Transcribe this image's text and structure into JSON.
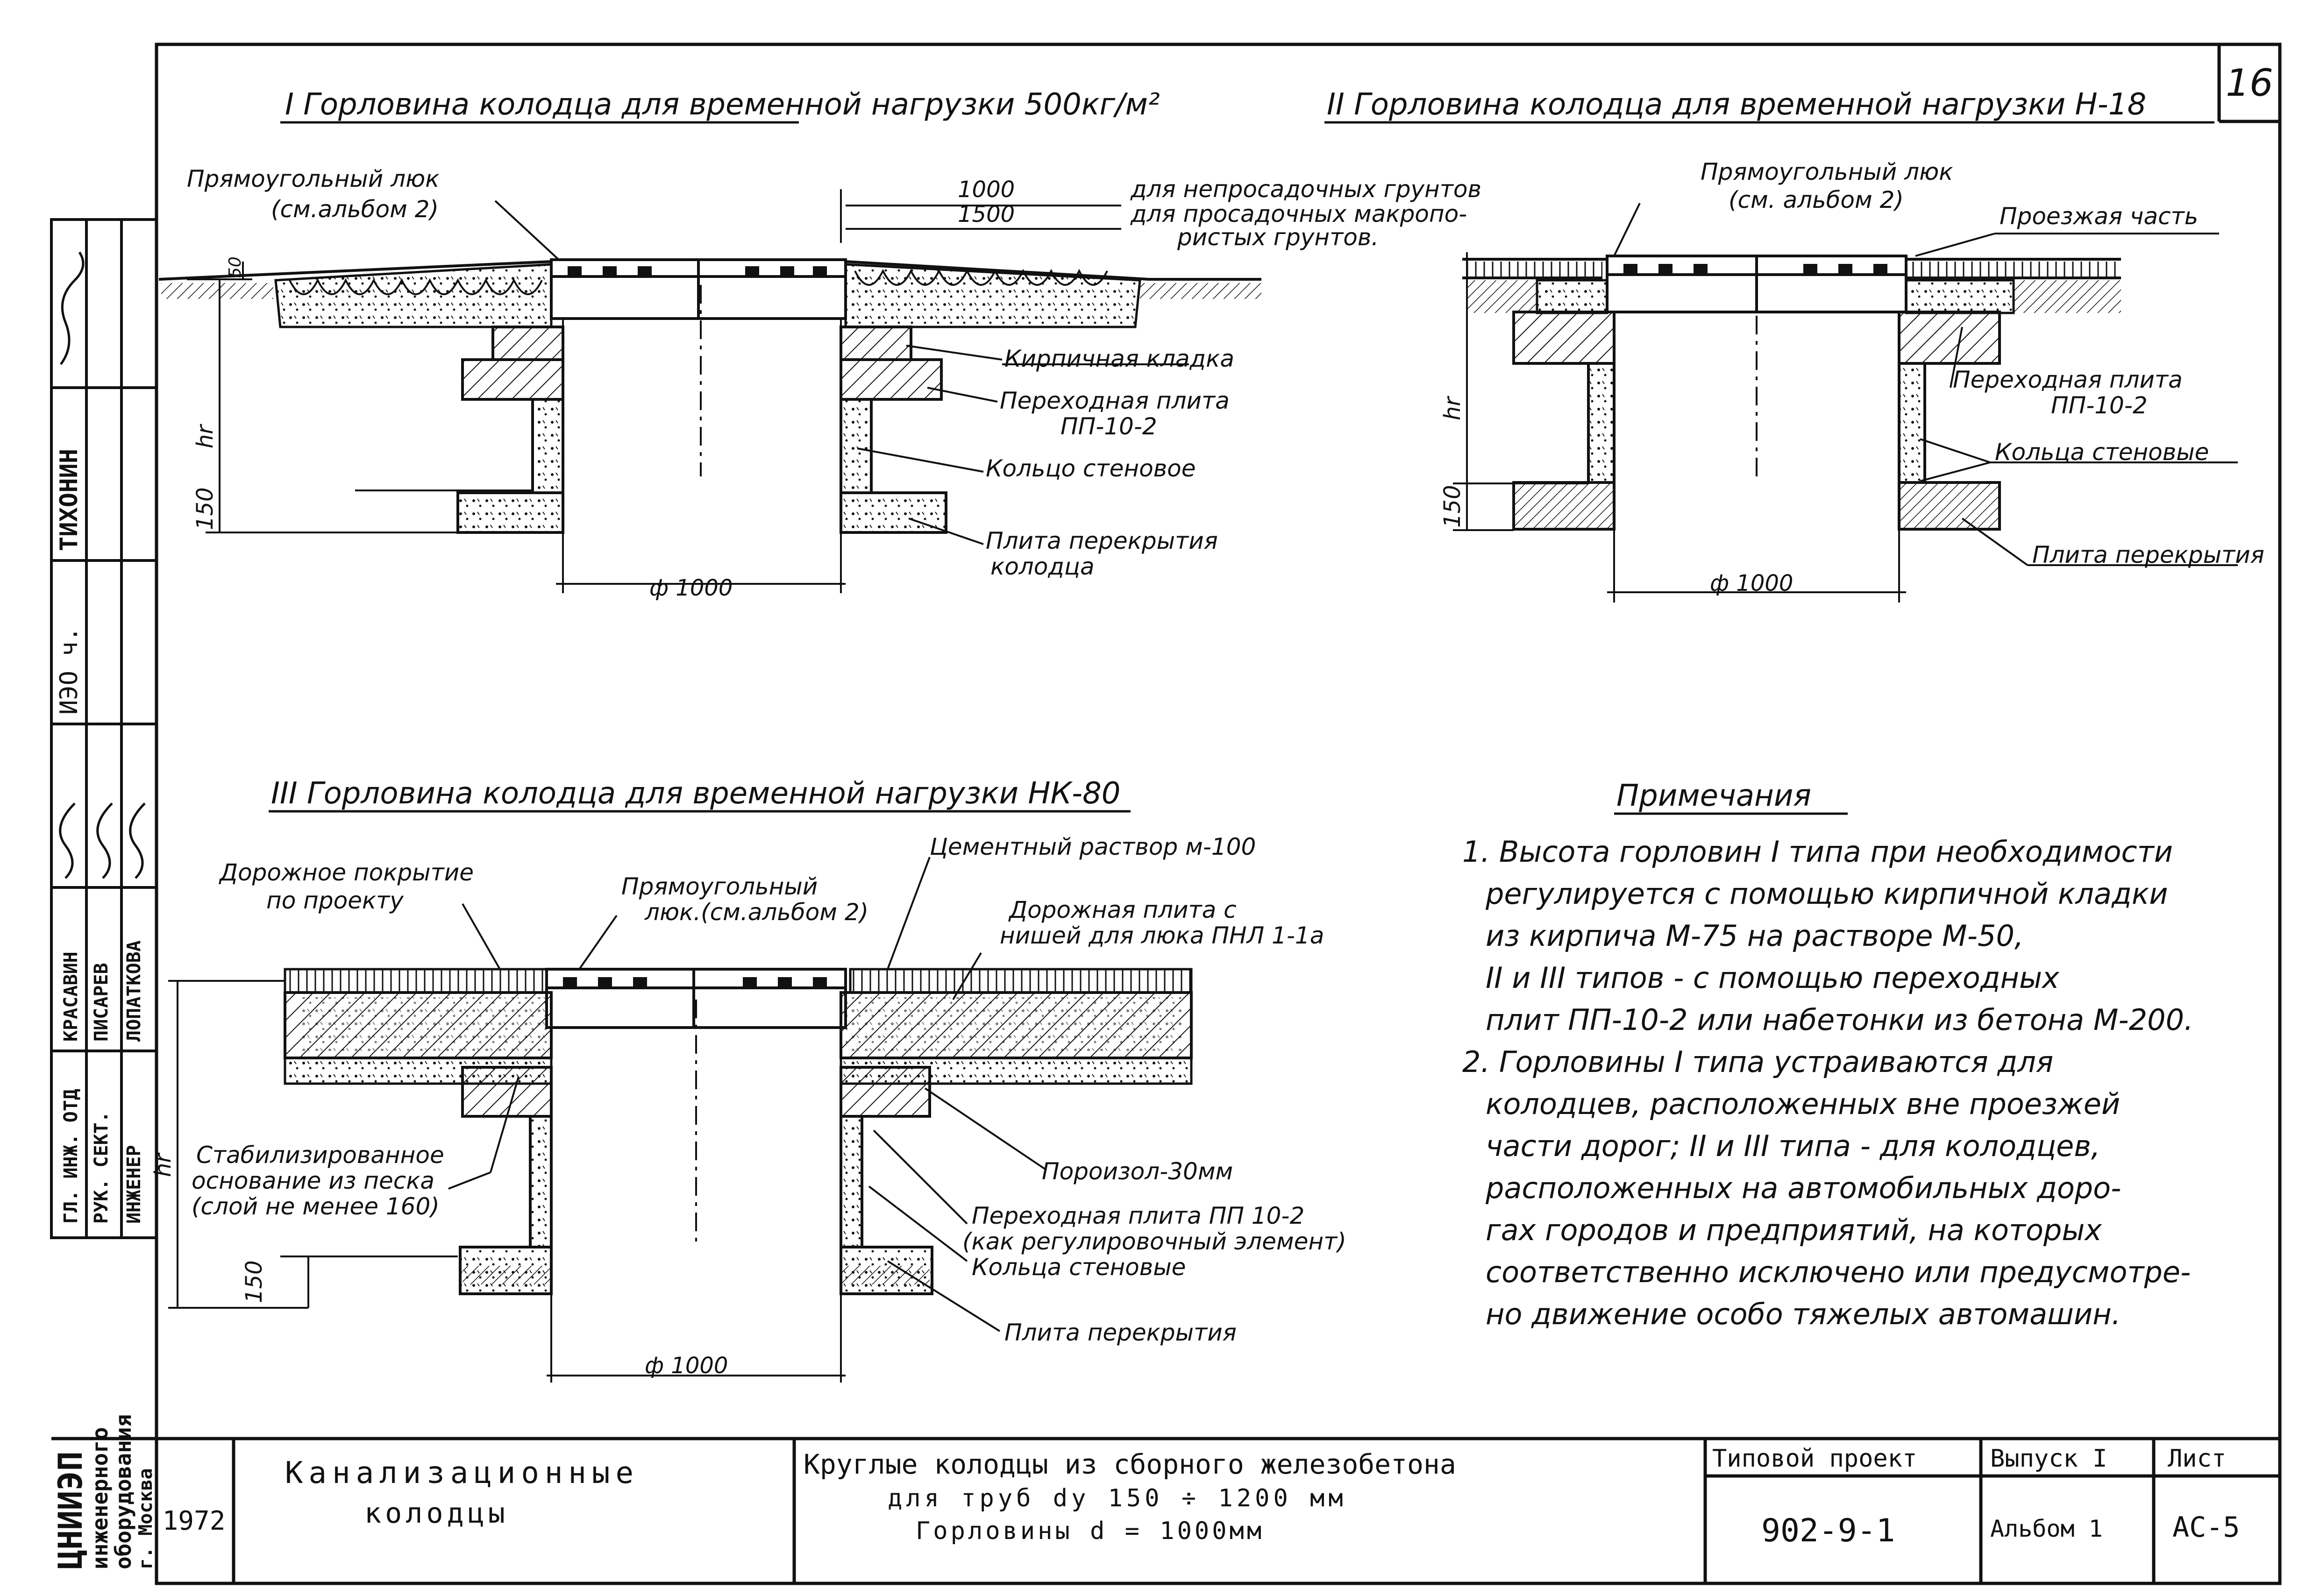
{
  "sheet_number": "16",
  "section1": {
    "title": "I Горловина колодца для временной нагрузки 500кг/м²",
    "hatch_label_line1": "Прямоугольный люк",
    "hatch_label_line2": "(см.альбом 2)",
    "dim_1000": "1000",
    "dim_1500": "1500",
    "note_1000": "для непросадочных грунтов",
    "note_1500_line1": "для просадочных макропо-",
    "note_1500_line2": "ристых грунтов.",
    "brick_label": "Кирпичная кладка",
    "transition_label": "Переходная плита",
    "transition_code": "ПП-10-2",
    "ring_label": "Кольцо стеновое",
    "slab_label_line1": "Плита перекрытия",
    "slab_label_line2": "колодца",
    "hr": "hr",
    "dim_150": "150",
    "dim_50": "50",
    "diameter": "ф 1000"
  },
  "section2": {
    "title": "II Горловина колодца для временной нагрузки Н-18",
    "hatch_label_line1": "Прямоугольный люк",
    "hatch_label_line2": "(см. альбом 2)",
    "road_label": "Проезжая часть",
    "transition_label": "Переходная плита",
    "transition_code": "ПП-10-2",
    "ring_label": "Кольца стеновые",
    "slab_label": "Плита перекрытия",
    "hr": "hr",
    "dim_150": "150",
    "diameter": "ф 1000"
  },
  "section3": {
    "title": "III Горловина колодца для временной нагрузки НК-80",
    "road_surface_line1": "Дорожное покрытие",
    "road_surface_line2": "по проекту",
    "cement_label": "Цементный раствор м-100",
    "hatch_label_line1": "Прямоугольный",
    "hatch_label_line2": "люк.(см.альбом 2)",
    "road_slab_line1": "Дорожная плита с",
    "road_slab_line2": "нишей для люка ПНЛ 1-1а",
    "base_line1": "Стабилизированное",
    "base_line2": "основание из песка",
    "base_line3": "(слой не менее 160)",
    "poroizol": "Пороизол-30мм",
    "transition_line1": "Переходная плита ПП 10-2",
    "transition_line2": "(как регулировочный элемент)",
    "ring_label": "Кольца стеновые",
    "slab_label": "Плита перекрытия",
    "hr": "hr",
    "dim_150": "150",
    "diameter": "ф 1000"
  },
  "notes": {
    "heading": "Примечания",
    "lines": [
      "1. Высота горловин I типа при необходимости",
      "регулируется с помощью кирпичной кладки",
      "из кирпича М-75 на растворе М-50,",
      "II и III типов - с помощью переходных",
      "плит ПП-10-2 или набетонки из бетона М-200.",
      "2. Горловины I типа устраиваются для",
      "колодцев, расположенных вне проезжей",
      "части дорог; II и III типа - для колодцев,",
      "расположенных на автомобильных доро-",
      "гах городов и предприятий, на которых",
      "соответственно исключено или предусмотре-",
      "но движение особо тяжелых автомашин."
    ]
  },
  "title_block": {
    "org_line1": "ЦНИИЭП",
    "org_line2": "инженерного",
    "org_line3": "оборудования",
    "org_line4": "г. Москва",
    "year": "1972",
    "subject_line1": "Канализационные",
    "subject_line2": "колодцы",
    "drawing_line1": "Круглые колодцы из сборного железобетона",
    "drawing_line2": "для труб dу 150 ÷ 1200 мм",
    "drawing_line3": "Горловины d = 1000мм",
    "project_label": "Типовой проект",
    "project_value": "902-9-1",
    "issue_label": "Выпуск I",
    "issue_value": "Альбом 1",
    "sheet_label": "Лист",
    "sheet_value": "АС-5"
  },
  "side_stamp": {
    "names": [
      "ТИХОНИН",
      "КРАСАВИН",
      "ПИСАРЕВ",
      "ЛОПАТКОВА"
    ],
    "roles": [
      "ГЛ. ИНЖ. ОТД",
      "РУК. СЕКТ.",
      "ИНЖЕНЕР"
    ],
    "dept": "ИЭО ч."
  }
}
